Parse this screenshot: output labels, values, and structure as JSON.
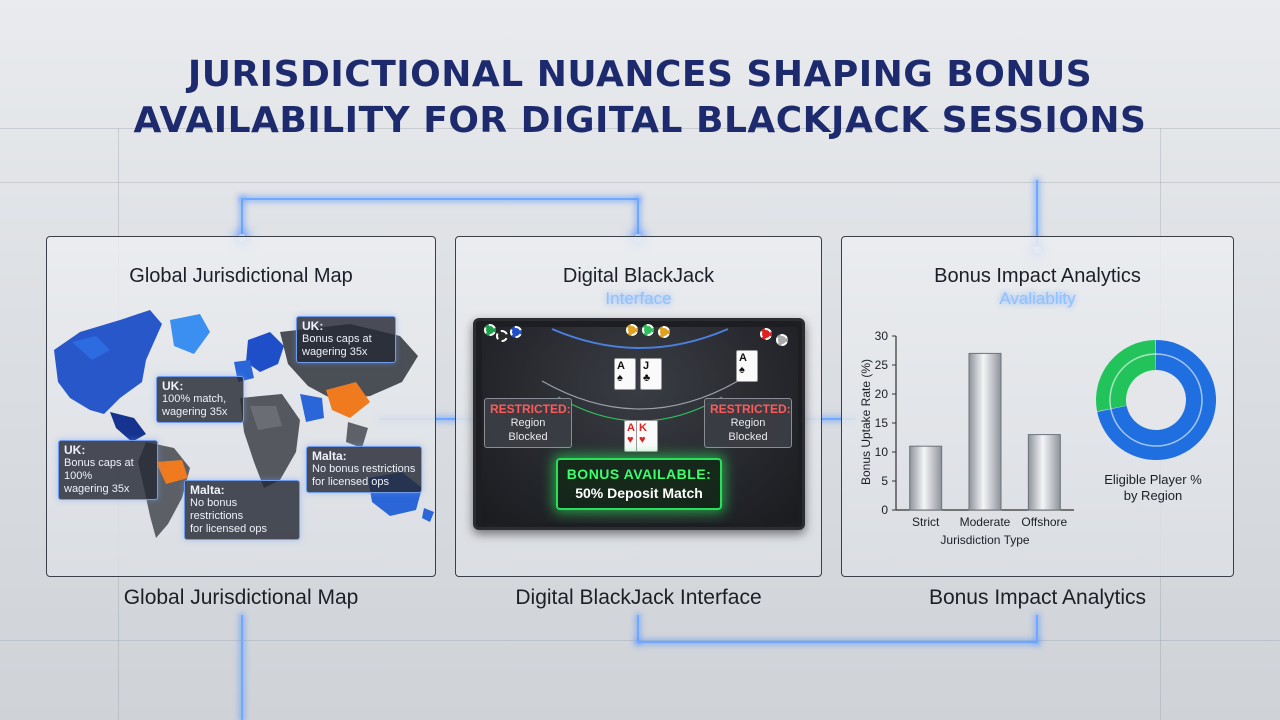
{
  "title_line1": "JURISDICTIONAL NUANCES SHAPING BONUS",
  "title_line2": "AVAILABILITY FOR DIGITAL BLACKJACK SESSIONS",
  "colors": {
    "title": "#1d2b6e",
    "glow": "#6fa8ff",
    "restricted": "#ff5a5a",
    "bonus": "#28e05a",
    "donut_blue": "#1f6fe0",
    "donut_green": "#22c35a"
  },
  "map_panel": {
    "title": "Global Jurisdictional Map",
    "caption": "Global Jurisdictional Map",
    "callouts": [
      {
        "region": "UK:",
        "text1": "Bonus caps at",
        "text2": "wagering 35x"
      },
      {
        "region": "UK:",
        "text1": "100% match,",
        "text2": "wagering 35x"
      },
      {
        "region": "UK:",
        "text1": "Bonus caps at 100%",
        "text2": "wagering 35x"
      },
      {
        "region": "Malta:",
        "text1": "No bonus restrictions",
        "text2": "for licensed ops"
      },
      {
        "region": "Malta:",
        "text1": "No bonus",
        "text2": "restrictions",
        "text3": "for licensed ops"
      }
    ]
  },
  "blackjack_panel": {
    "title": "Digital BlackJack",
    "subtitle": "Interface",
    "caption": "Digital BlackJack Interface",
    "restricted_left": {
      "line1": "RESTRICTED:",
      "line2": "Region Blocked"
    },
    "restricted_right": {
      "line1": "RESTRICTED:",
      "line2": "Region Blocked"
    },
    "bonus": {
      "line1": "BONUS AVAILABLE:",
      "line2": "50% Deposit Match"
    }
  },
  "analytics_panel": {
    "title": "Bonus Impact Analytics",
    "subtitle": "Avaliablity",
    "caption": "Bonus Impact Analytics",
    "donut_label1": "Eligible Player %",
    "donut_label2": "by Region"
  },
  "chart_data": [
    {
      "type": "bar",
      "categories": [
        "Strict",
        "Moderate",
        "Offshore"
      ],
      "values": [
        11,
        27,
        13
      ],
      "xlabel": "Jurisdiction Type",
      "ylabel": "Bonus Uptake Rate (%)",
      "ylim": [
        0,
        30
      ],
      "yticks": [
        0,
        5,
        10,
        15,
        20,
        25,
        30
      ],
      "grid": false
    },
    {
      "type": "pie",
      "style": "donut",
      "label": "Eligible Player % by Region",
      "values": [
        0.72,
        0.28
      ],
      "colors": [
        "#1f6fe0",
        "#22c35a"
      ]
    }
  ]
}
